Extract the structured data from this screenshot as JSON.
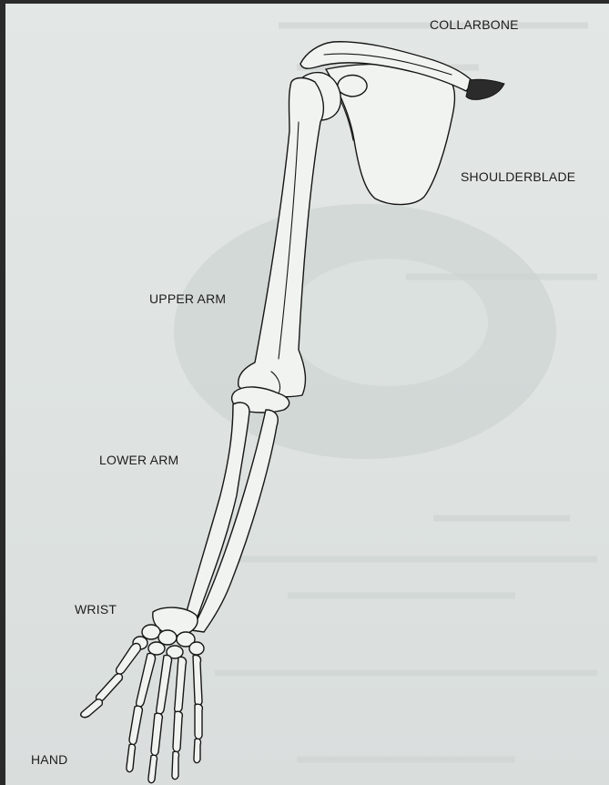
{
  "labels": {
    "collarbone": "COLLARBONE",
    "shoulderblade": "SHOULDERBLADE",
    "upper_arm": "UPPER ARM",
    "lower_arm": "LOWER ARM",
    "wrist": "WRIST",
    "hand": "HAND"
  }
}
